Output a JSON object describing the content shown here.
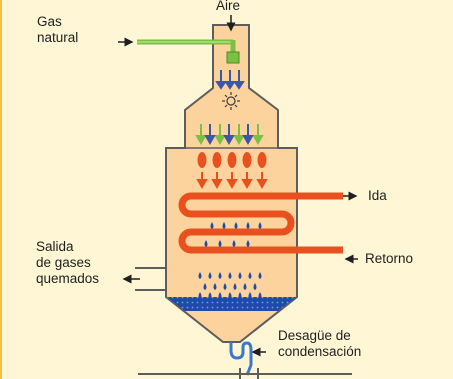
{
  "labels": {
    "gas": "Gas\nnatural",
    "aire": "Aire",
    "ida": "Ida",
    "retorno": "Retorno",
    "salida": "Salida\nde gases\nquemados",
    "desague": "Desagüe de\ncondensación"
  },
  "colors": {
    "background": "#fff6d6",
    "vessel_fill": "#fcd39c",
    "vessel_stroke": "#5d5d5d",
    "gas_pipe": "#7ac142",
    "air_arrow": "#3b57a8",
    "heat": "#e8501e",
    "water": "#1f4aa8",
    "drain_pipe": "#3b78c9",
    "label_text": "#1f1f1f"
  }
}
